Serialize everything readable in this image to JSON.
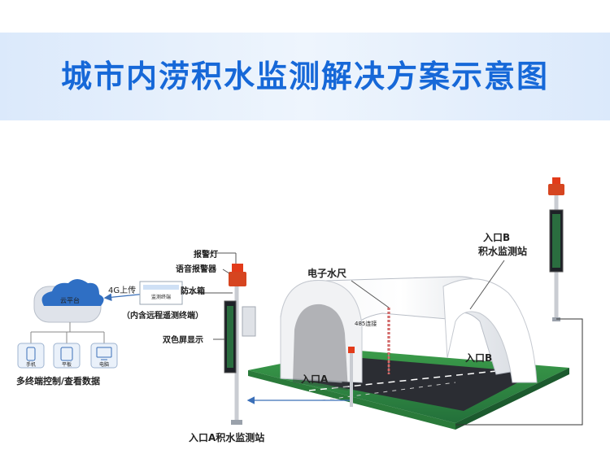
{
  "title": "城市内涝积水监测解决方案示意图",
  "cloud_label": "云平台",
  "uplink_label": "4G上传",
  "device_box_label": "监测终端",
  "waterproof_box_label": "防水箱",
  "terminal_note": "（内含远程遥测终端）",
  "alarm_light_label": "报警灯",
  "voice_alarm_label": "语音报警器",
  "dual_screen_label": "双色屏显示",
  "station_a_label": "入口A积水监测站",
  "electronic_ruler_label": "电子水尺",
  "rs485_label": "485连接",
  "entrance_a_label": "入口A",
  "entrance_b_label": "入口B",
  "station_b_line1": "入口B",
  "station_b_line2": "积水监测站",
  "devices": [
    {
      "label": "手机",
      "icon": "phone-icon"
    },
    {
      "label": "平板",
      "icon": "tablet-icon"
    },
    {
      "label": "电脑",
      "icon": "computer-icon"
    }
  ],
  "devices_caption": "多终端控制/查看数据",
  "colors": {
    "accent": "#1668d8",
    "ground": "#2e8a3e",
    "road": "#2b2d33",
    "alarm": "#e23b1a"
  }
}
